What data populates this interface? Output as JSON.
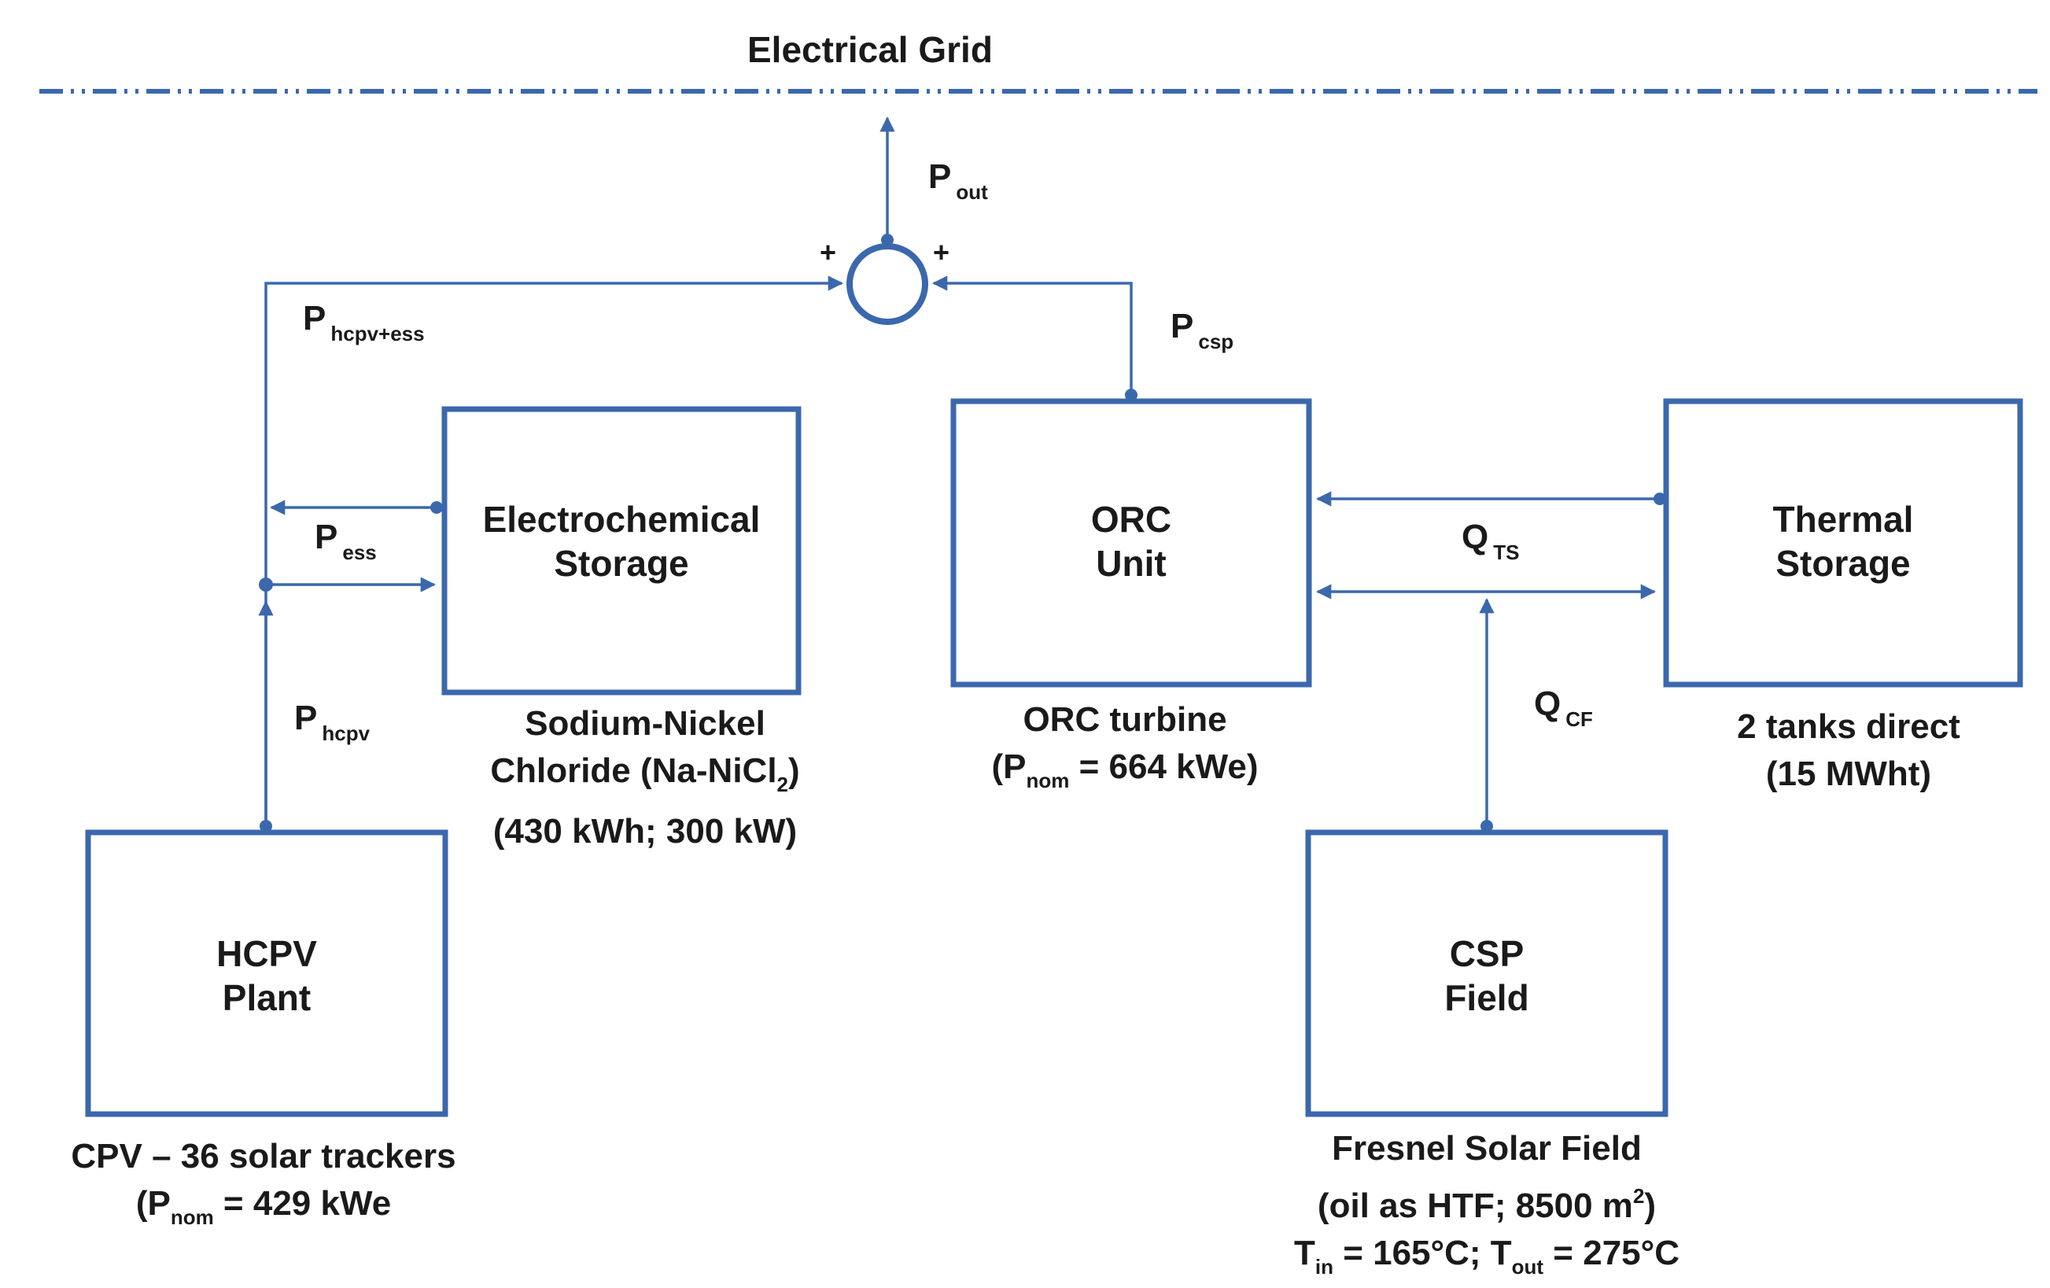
{
  "grid": {
    "title": "Electrical Grid"
  },
  "summing_junction": {
    "sign_left": "+",
    "sign_right": "+"
  },
  "flows": {
    "p_out": {
      "main": "P",
      "sub": "out"
    },
    "p_hcpv_ess": {
      "main": "P",
      "sub": "hcpv+ess"
    },
    "p_csp": {
      "main": "P",
      "sub": "csp"
    },
    "p_ess": {
      "main": "P",
      "sub": "ess"
    },
    "p_hcpv": {
      "main": "P",
      "sub": "hcpv"
    },
    "q_ts": {
      "main": "Q",
      "sub": "TS"
    },
    "q_cf": {
      "main": "Q",
      "sub": "CF"
    }
  },
  "blocks": {
    "electrochemical_storage": {
      "line1": "Electrochemical",
      "line2": "Storage",
      "caption1": "Sodium-Nickel",
      "caption2_a": "Chloride (Na-NiCl",
      "caption2_sub": "2",
      "caption2_b": ")",
      "caption3": "(430 kWh; 300 kW)"
    },
    "orc_unit": {
      "line1": "ORC",
      "line2": "Unit",
      "caption1": "ORC turbine",
      "caption2_a": "(P",
      "caption2_sub": "nom",
      "caption2_b": " = 664 kWe)"
    },
    "thermal_storage": {
      "line1": "Thermal",
      "line2": "Storage",
      "caption1": "2 tanks direct",
      "caption2": "(15 MWht)"
    },
    "hcpv_plant": {
      "line1": "HCPV",
      "line2": "Plant",
      "caption1": "CPV – 36 solar trackers",
      "caption2_a": "(P",
      "caption2_sub": "nom",
      "caption2_b": " = 429 kWe"
    },
    "csp_field": {
      "line1": "CSP",
      "line2": "Field",
      "caption1": "Fresnel Solar Field",
      "caption2_a": "(oil as HTF; 8500 m",
      "caption2_sup": "2",
      "caption2_b": ")",
      "caption3_a": "T",
      "caption3_sub1": "in",
      "caption3_b": " = 165°C; T",
      "caption3_sub2": "out",
      "caption3_c": " = 275°C"
    }
  },
  "colors": {
    "line": "#3b68ad",
    "text": "#1a1a1a"
  }
}
